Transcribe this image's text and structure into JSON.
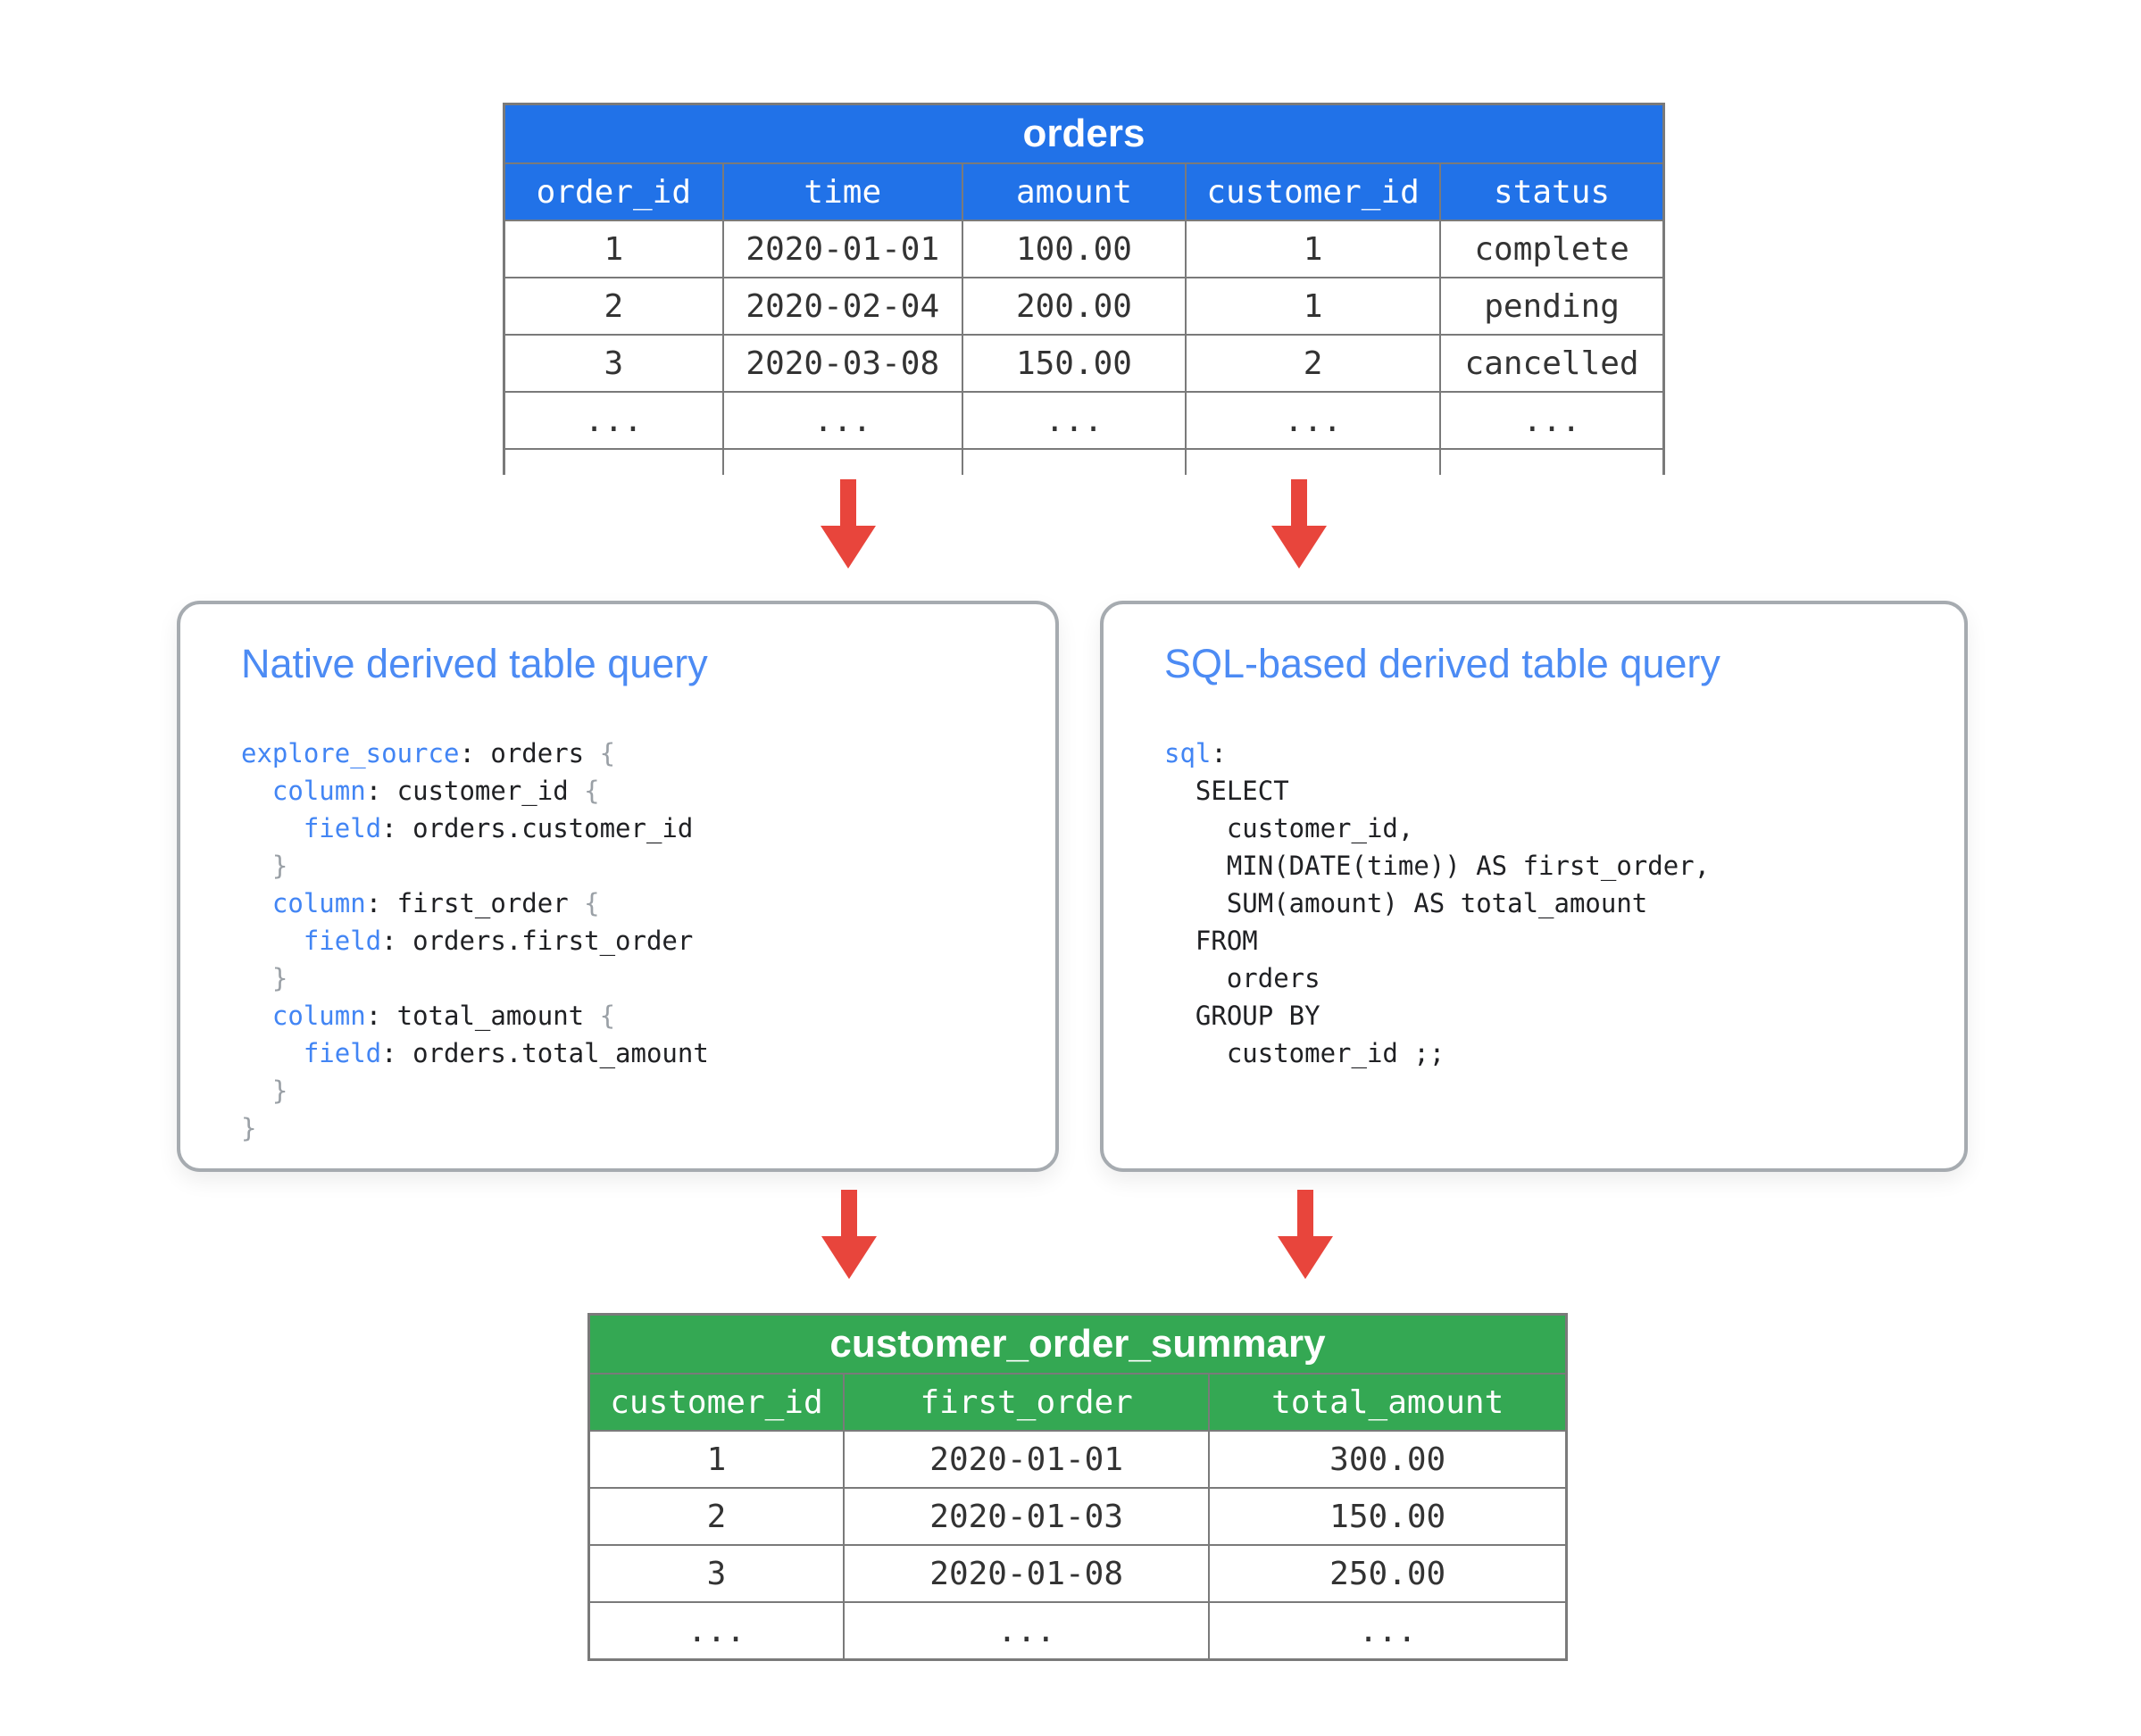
{
  "colors": {
    "table_header_blue": "#2172e8",
    "table_header_green": "#34a853",
    "arrow_red": "#e8453c",
    "code_keyword_blue": "#4285f4",
    "box_title_blue": "#4c8bf4",
    "grid_border_gray": "#7a7a7a"
  },
  "orders_table": {
    "title": "orders",
    "headers": [
      "order_id",
      "time",
      "amount",
      "customer_id",
      "status"
    ],
    "col_widths": [
      "18.8%",
      "20.7%",
      "19.3%",
      "22.0%",
      "19.2%"
    ],
    "rows": [
      [
        "1",
        "2020-01-01",
        "100.00",
        "1",
        "complete"
      ],
      [
        "2",
        "2020-02-04",
        "200.00",
        "1",
        "pending"
      ],
      [
        "3",
        "2020-03-08",
        "150.00",
        "2",
        "cancelled"
      ],
      [
        "...",
        "...",
        "...",
        "...",
        "..."
      ],
      [
        "",
        "",
        "",
        "",
        ""
      ]
    ]
  },
  "summary_table": {
    "title": "customer_order_summary",
    "headers": [
      "customer_id",
      "first_order",
      "total_amount"
    ],
    "col_widths": [
      "26.0%",
      "37.5%",
      "36.5%"
    ],
    "rows": [
      [
        "1",
        "2020-01-01",
        "300.00"
      ],
      [
        "2",
        "2020-01-03",
        "150.00"
      ],
      [
        "3",
        "2020-01-08",
        "250.00"
      ],
      [
        "...",
        "...",
        "..."
      ]
    ]
  },
  "native_box": {
    "title": "Native derived table query",
    "code": [
      [
        [
          "kw",
          "explore_source"
        ],
        [
          "pl",
          ": orders "
        ],
        [
          "br",
          "{"
        ]
      ],
      [
        [
          "pl",
          "  "
        ],
        [
          "kw",
          "column"
        ],
        [
          "pl",
          ": customer_id "
        ],
        [
          "br",
          "{"
        ]
      ],
      [
        [
          "pl",
          "    "
        ],
        [
          "kw",
          "field"
        ],
        [
          "pl",
          ": orders.customer_id"
        ]
      ],
      [
        [
          "pl",
          "  "
        ],
        [
          "br",
          "}"
        ]
      ],
      [
        [
          "pl",
          "  "
        ],
        [
          "kw",
          "column"
        ],
        [
          "pl",
          ": first_order "
        ],
        [
          "br",
          "{"
        ]
      ],
      [
        [
          "pl",
          "    "
        ],
        [
          "kw",
          "field"
        ],
        [
          "pl",
          ": orders.first_order"
        ]
      ],
      [
        [
          "pl",
          "  "
        ],
        [
          "br",
          "}"
        ]
      ],
      [
        [
          "pl",
          "  "
        ],
        [
          "kw",
          "column"
        ],
        [
          "pl",
          ": total_amount "
        ],
        [
          "br",
          "{"
        ]
      ],
      [
        [
          "pl",
          "    "
        ],
        [
          "kw",
          "field"
        ],
        [
          "pl",
          ": orders.total_amount"
        ]
      ],
      [
        [
          "pl",
          "  "
        ],
        [
          "br",
          "}"
        ]
      ],
      [
        [
          "br",
          "}"
        ]
      ]
    ]
  },
  "sql_box": {
    "title": "SQL-based derived table query",
    "code": [
      [
        [
          "kw",
          "sql"
        ],
        [
          "pl",
          ":"
        ]
      ],
      [
        [
          "pl",
          "  SELECT"
        ]
      ],
      [
        [
          "pl",
          "    customer_id,"
        ]
      ],
      [
        [
          "pl",
          "    MIN(DATE(time)) AS first_order,"
        ]
      ],
      [
        [
          "pl",
          "    SUM(amount) AS total_amount"
        ]
      ],
      [
        [
          "pl",
          "  FROM"
        ]
      ],
      [
        [
          "pl",
          "    orders"
        ]
      ],
      [
        [
          "pl",
          "  GROUP BY"
        ]
      ],
      [
        [
          "pl",
          "    customer_id ;;"
        ]
      ]
    ]
  }
}
